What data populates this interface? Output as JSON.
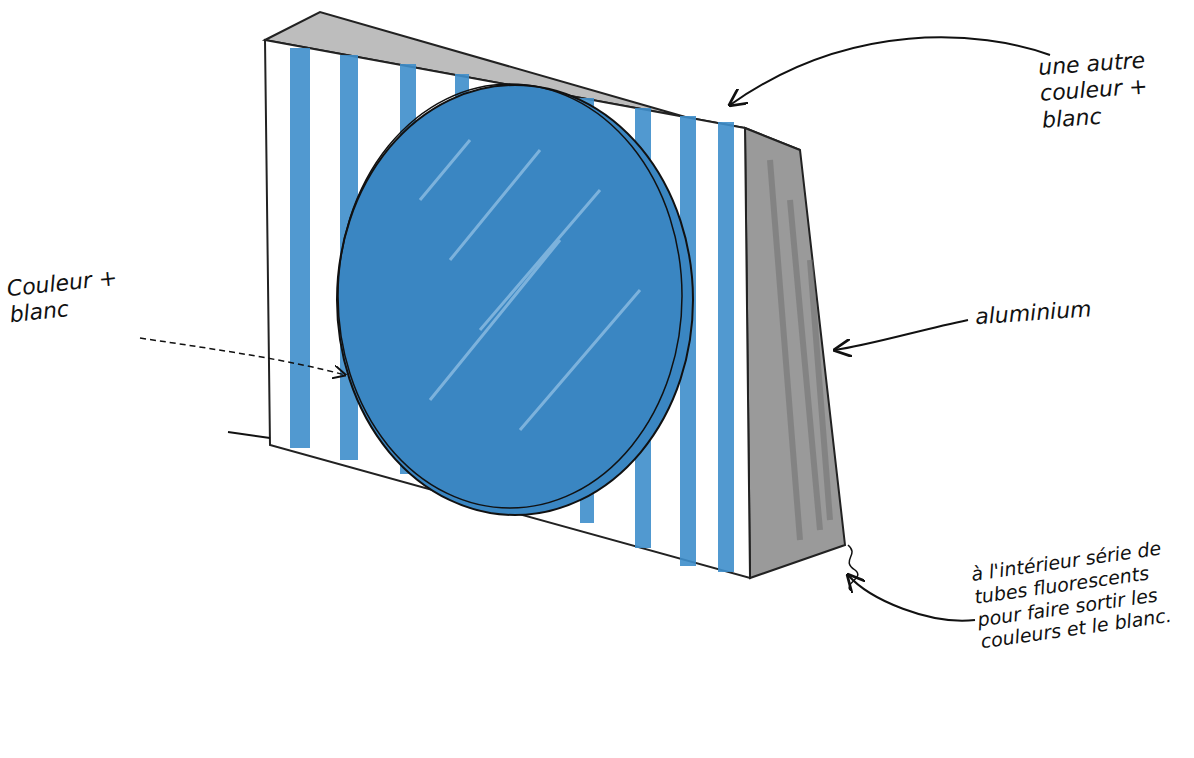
{
  "diagram": {
    "labels": [
      "une autre couleur + blanc",
      "Couleur + blanc",
      "aluminium",
      "à l'intérieur série de tubes fluorescents pour faire sortir les couleurs et le blanc."
    ]
  }
}
